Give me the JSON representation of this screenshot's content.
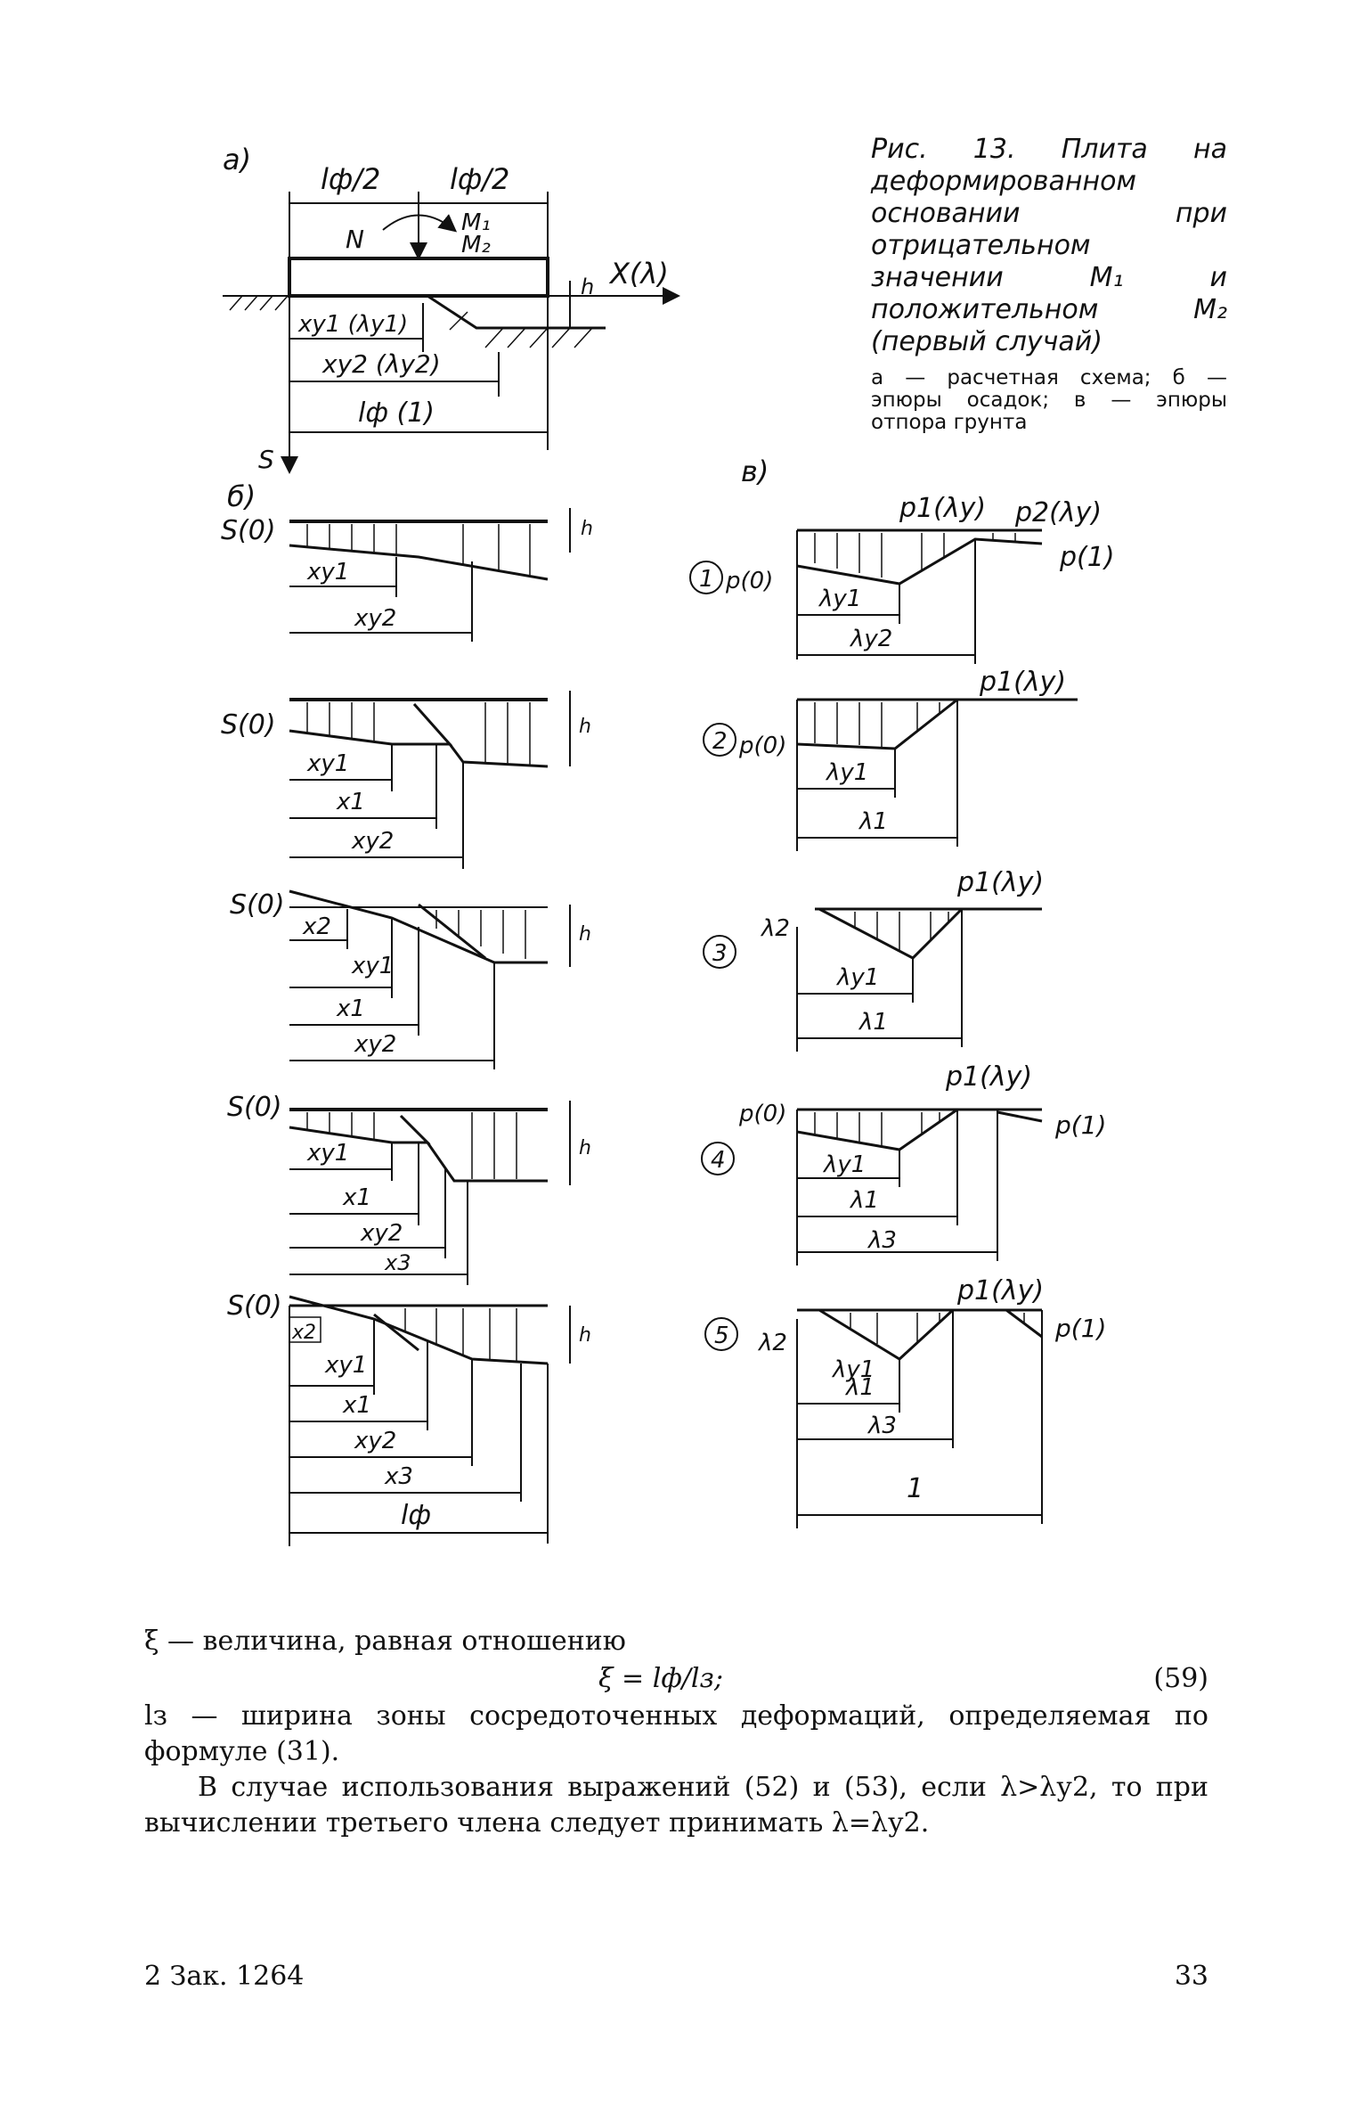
{
  "caption": {
    "title": "Рис. 13. Плита на деформированном основании при отрицательном значении M₁ и положительном M₂ (первый случай)",
    "legend": "а — расчетная схема; б — эпюры осадок; в — эпюры отпора грунта"
  },
  "figure_labels": {
    "panel_a": "а)",
    "panel_b": "б)",
    "panel_v": "в)",
    "half_width": "lф/2",
    "N": "N",
    "M1": "M₁",
    "M2": "M₂",
    "x_axis": "X(λ)",
    "h": "h",
    "s_axis": "S",
    "dim_xy1_a": "xy1 (λy1)",
    "dim_xy2_a": "xy2 (λy2)",
    "dim_lf_1": "lф (1)",
    "s0": "S(0)",
    "xy1": "xy1",
    "xy2": "xy2",
    "x1": "x1",
    "x2": "x2",
    "x3": "x3",
    "lf": "lф",
    "p0": "p(0)",
    "p1": "p(1)",
    "p1_ly": "p1(λy)",
    "p2_ly": "p2(λy)",
    "ly1": "λy1",
    "ly2": "λy2",
    "l1": "λ1",
    "l2": "λ2",
    "l3": "λ3",
    "one": "1",
    "n1": "1",
    "n2": "2",
    "n3": "3",
    "n4": "4",
    "n5": "5"
  },
  "text": {
    "xi_def": "ξ — величина, равная отношению",
    "equation": "ξ = lф/lз;",
    "equation_number": "(59)",
    "l3_def": "lз — ширина зоны сосредоточенных деформаций, определяемая по формуле (31).",
    "paragraph": "В случае использования выражений (52) и (53), если λ>λу2, то при вычислении третьего члена следует принимать λ=λу2."
  },
  "footer": {
    "left": "2 Зак. 1264",
    "page_number": "33"
  }
}
